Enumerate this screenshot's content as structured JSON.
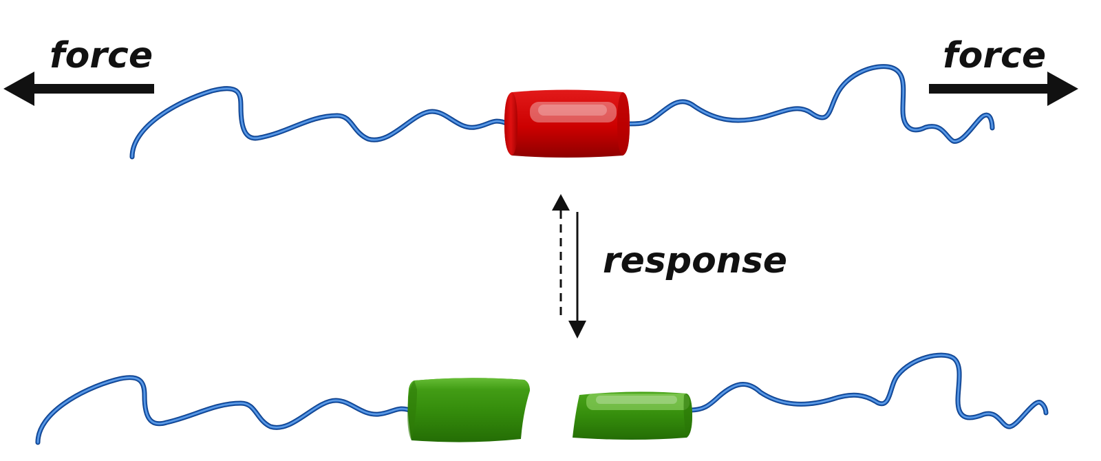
{
  "labels": {
    "force_left": "force",
    "force_right": "force",
    "response": "response"
  },
  "colors": {
    "background": "#ffffff",
    "chain": "#1f5fb8",
    "chain_highlight": "#7fb0ee",
    "intact_domain": "#d00000",
    "cleaved_domain": "#3a8f0c",
    "arrow": "#111111"
  },
  "icons": [
    "arrow-left-icon",
    "arrow-right-icon",
    "double-arrow-icon"
  ]
}
